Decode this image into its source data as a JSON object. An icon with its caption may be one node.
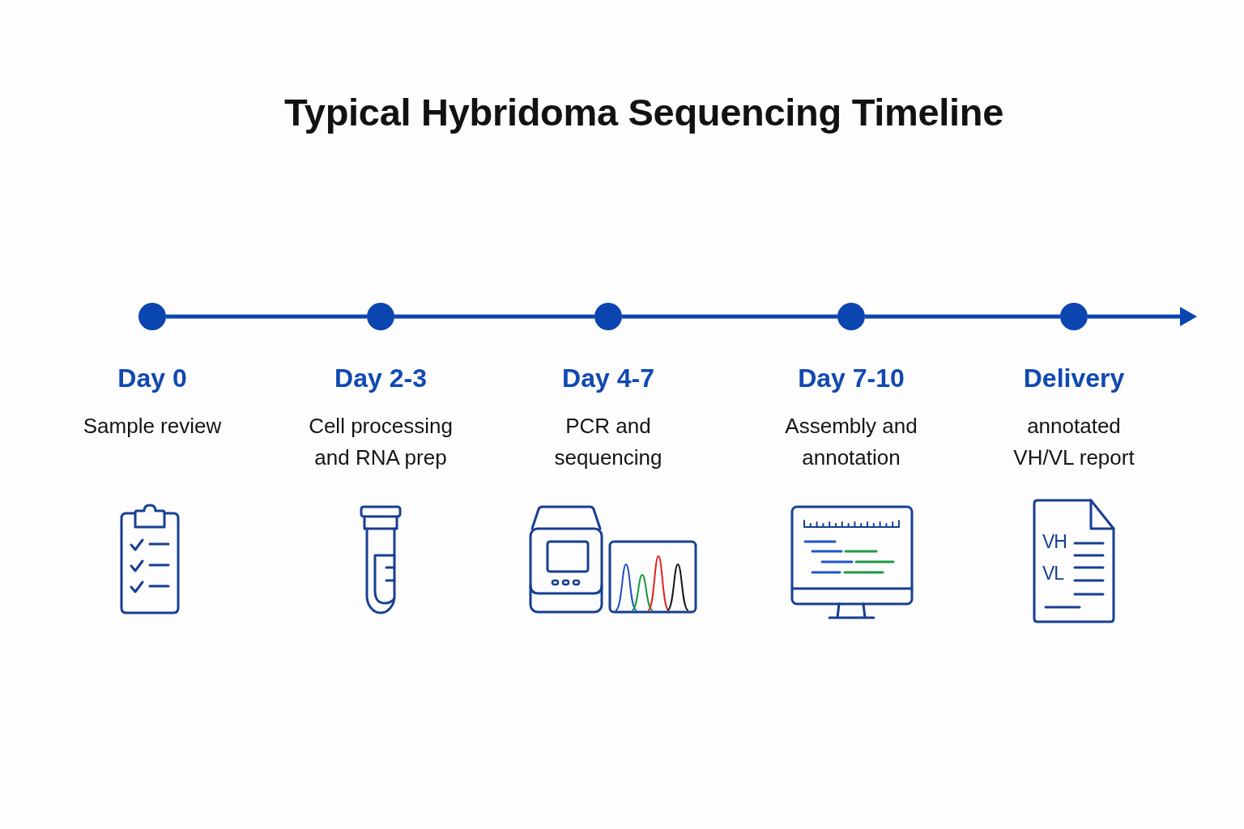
{
  "diagram": {
    "title": "Typical Hybridoma Sequencing Timeline",
    "nodes": [
      {
        "text": [],
        "shape": "circle",
        "beside": [
          "Day 0",
          "Sample review"
        ]
      },
      {
        "text": [],
        "shape": "circle",
        "beside": [
          "Day 2-3",
          "Cell processing and RNA prep"
        ]
      },
      {
        "text": [],
        "shape": "circle",
        "beside": [
          "Day 4-7",
          "PCR and sequencing"
        ]
      },
      {
        "text": [],
        "shape": "circle",
        "beside": [
          "Day 7-10",
          "Assembly and annotation"
        ]
      },
      {
        "text": [],
        "shape": "circle",
        "beside": [
          "Delivery",
          "annotated VH/VL report"
        ]
      }
    ],
    "edges": [
      {
        "from": 0,
        "to": 1,
        "arrow": "none"
      },
      {
        "from": 1,
        "to": 2,
        "arrow": "none"
      },
      {
        "from": 2,
        "to": 3,
        "arrow": "none"
      },
      {
        "from": 3,
        "to": 4,
        "arrow": "none"
      },
      {
        "from": 4,
        "to": null,
        "arrow": "to"
      }
    ],
    "labels": [
      "VH",
      "VL"
    ]
  }
}
